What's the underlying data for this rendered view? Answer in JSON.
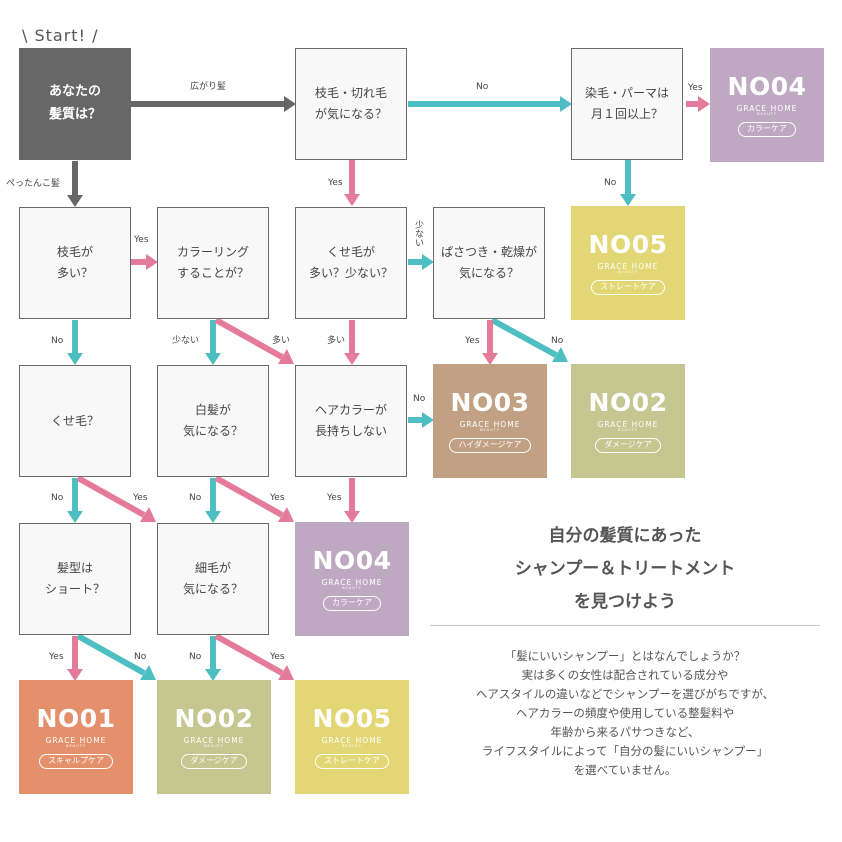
{
  "start_label": "\\ Start! /",
  "questions": {
    "q_hair_type": [
      "あなたの",
      "髪質は？"
    ],
    "q_split_ends": [
      "枝毛・切れ毛",
      "が気になる？"
    ],
    "q_dye_perm": [
      "染毛・パーマは",
      "月１回以上？"
    ],
    "q_split_many": [
      "枝毛が",
      "多い？"
    ],
    "q_coloring": [
      "カラーリング",
      "することが？"
    ],
    "q_curl_amount": [
      "くせ毛が",
      "多い？少ない？"
    ],
    "q_dry": [
      "ぱさつき・乾燥が",
      "気になる？"
    ],
    "q_curly": [
      "くせ毛？"
    ],
    "q_gray": [
      "白髪が",
      "気になる？"
    ],
    "q_color_fade": [
      "ヘアカラーが",
      "長持ちしない"
    ],
    "q_short": [
      "髪型は",
      "ショート？"
    ],
    "q_fine": [
      "細毛が",
      "気になる？"
    ]
  },
  "results": {
    "r04_top": {
      "num": "NO04",
      "brand": "GRACE HOME",
      "sub": "BEAUTY",
      "care": "カラーケア",
      "color": "#bfa8c2"
    },
    "r05_top": {
      "num": "NO05",
      "brand": "GRACE HOME",
      "sub": "BEAUTY",
      "care": "ストレートケア",
      "color": "#e2d774"
    },
    "r03": {
      "num": "NO03",
      "brand": "GRACE HOME",
      "sub": "BEAUTY",
      "care": "ハイダメージケア",
      "color": "#c1a083"
    },
    "r02_mid": {
      "num": "NO02",
      "brand": "GRACE HOME",
      "sub": "BEAUTY",
      "care": "ダメージケア",
      "color": "#c5c690"
    },
    "r04_mid": {
      "num": "NO04",
      "brand": "GRACE HOME",
      "sub": "BEAUTY",
      "care": "カラーケア",
      "color": "#bfa8c2"
    },
    "r01": {
      "num": "NO01",
      "brand": "GRACE HOME",
      "sub": "BEAUTY",
      "care": "スキャルプケア",
      "color": "#e5906c"
    },
    "r02_bot": {
      "num": "NO02",
      "brand": "GRACE HOME",
      "sub": "BEAUTY",
      "care": "ダメージケア",
      "color": "#c5c690"
    },
    "r05_bot": {
      "num": "NO05",
      "brand": "GRACE HOME",
      "sub": "BEAUTY",
      "care": "ストレートケア",
      "color": "#e2d774"
    }
  },
  "edge_labels": {
    "wide_hair": "広がり髪",
    "flat_hair": "ぺったんこ髪",
    "l_no_1": "No",
    "l_yes_1": "Yes",
    "l_no_2": "No",
    "l_yes_2": "Yes",
    "l_yes_3": "Yes",
    "l_few_1": "少ない",
    "l_no_3": "No",
    "l_few_2": "少ない",
    "l_many_2": "多い",
    "l_many_1": "多い",
    "l_yes_4": "Yes",
    "l_no_4": "No",
    "l_no_5": "No",
    "l_no_6": "No",
    "l_yes_5": "Yes",
    "l_no_7": "No",
    "l_yes_6": "Yes",
    "l_yes_7": "Yes",
    "l_yes_8": "Yes",
    "l_no_8": "No",
    "l_no_9": "No",
    "l_yes_9": "Yes"
  },
  "heading": [
    "自分の髪質にあった",
    "シャンプー＆トリートメント",
    "を見つけよう"
  ],
  "description": [
    "「髪にいいシャンプー」とはなんでしょうか？",
    "実は多くの女性は配合されている成分や",
    "ヘアスタイルの違いなどでシャンプーを選びがちですが、",
    "ヘアカラーの頻度や使用している整髪料や",
    "年齢から来るパサつきなど、",
    "ライフスタイルによって「自分の髪にいいシャンプー」",
    "を選べていません。"
  ],
  "colors": {
    "arrow_gray": "#676767",
    "arrow_teal": "#4dbec1",
    "arrow_pink": "#e57b9a"
  }
}
